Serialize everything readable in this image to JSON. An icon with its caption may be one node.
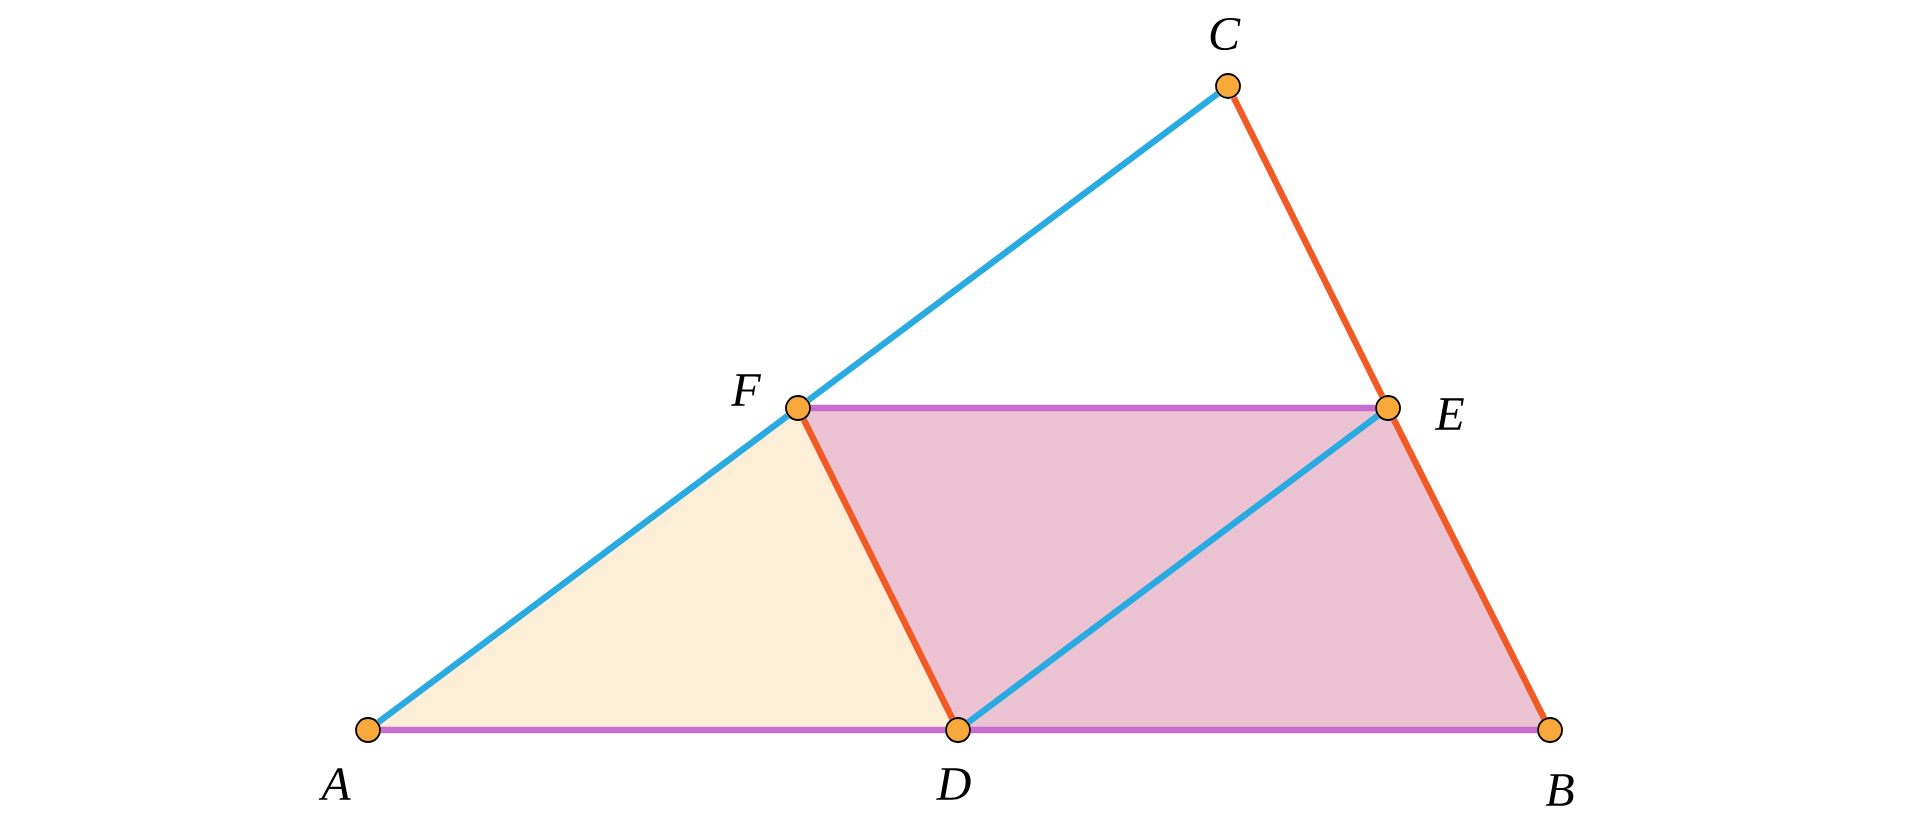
{
  "diagram": {
    "nodes": [
      {
        "text": [],
        "shape": "circle",
        "beside": [
          "C"
        ]
      },
      {
        "text": [],
        "shape": "circle",
        "beside": [
          "F"
        ]
      },
      {
        "text": [],
        "shape": "circle",
        "beside": [
          "E"
        ]
      },
      {
        "text": [],
        "shape": "circle",
        "beside": [
          "A"
        ]
      },
      {
        "text": [],
        "shape": "circle",
        "beside": [
          "D"
        ]
      },
      {
        "text": [],
        "shape": "circle",
        "beside": [
          "B"
        ]
      }
    ],
    "edges": [
      {
        "from": 3,
        "to": 1,
        "arrow": "none",
        "color": "#29abe2"
      },
      {
        "from": 1,
        "to": 0,
        "arrow": "none",
        "color": "#29abe2"
      },
      {
        "from": 0,
        "to": 2,
        "arrow": "none",
        "color": "#f15a24"
      },
      {
        "from": 2,
        "to": 5,
        "arrow": "none",
        "color": "#f15a24"
      },
      {
        "from": 3,
        "to": 4,
        "arrow": "none",
        "color": "#c86dd0"
      },
      {
        "from": 4,
        "to": 5,
        "arrow": "none",
        "color": "#c86dd0"
      },
      {
        "from": 1,
        "to": 2,
        "arrow": "none",
        "color": "#c86dd0"
      },
      {
        "from": 1,
        "to": 4,
        "arrow": "none",
        "color": "#f15a24"
      },
      {
        "from": 4,
        "to": 2,
        "arrow": "none",
        "color": "#29abe2"
      }
    ]
  }
}
